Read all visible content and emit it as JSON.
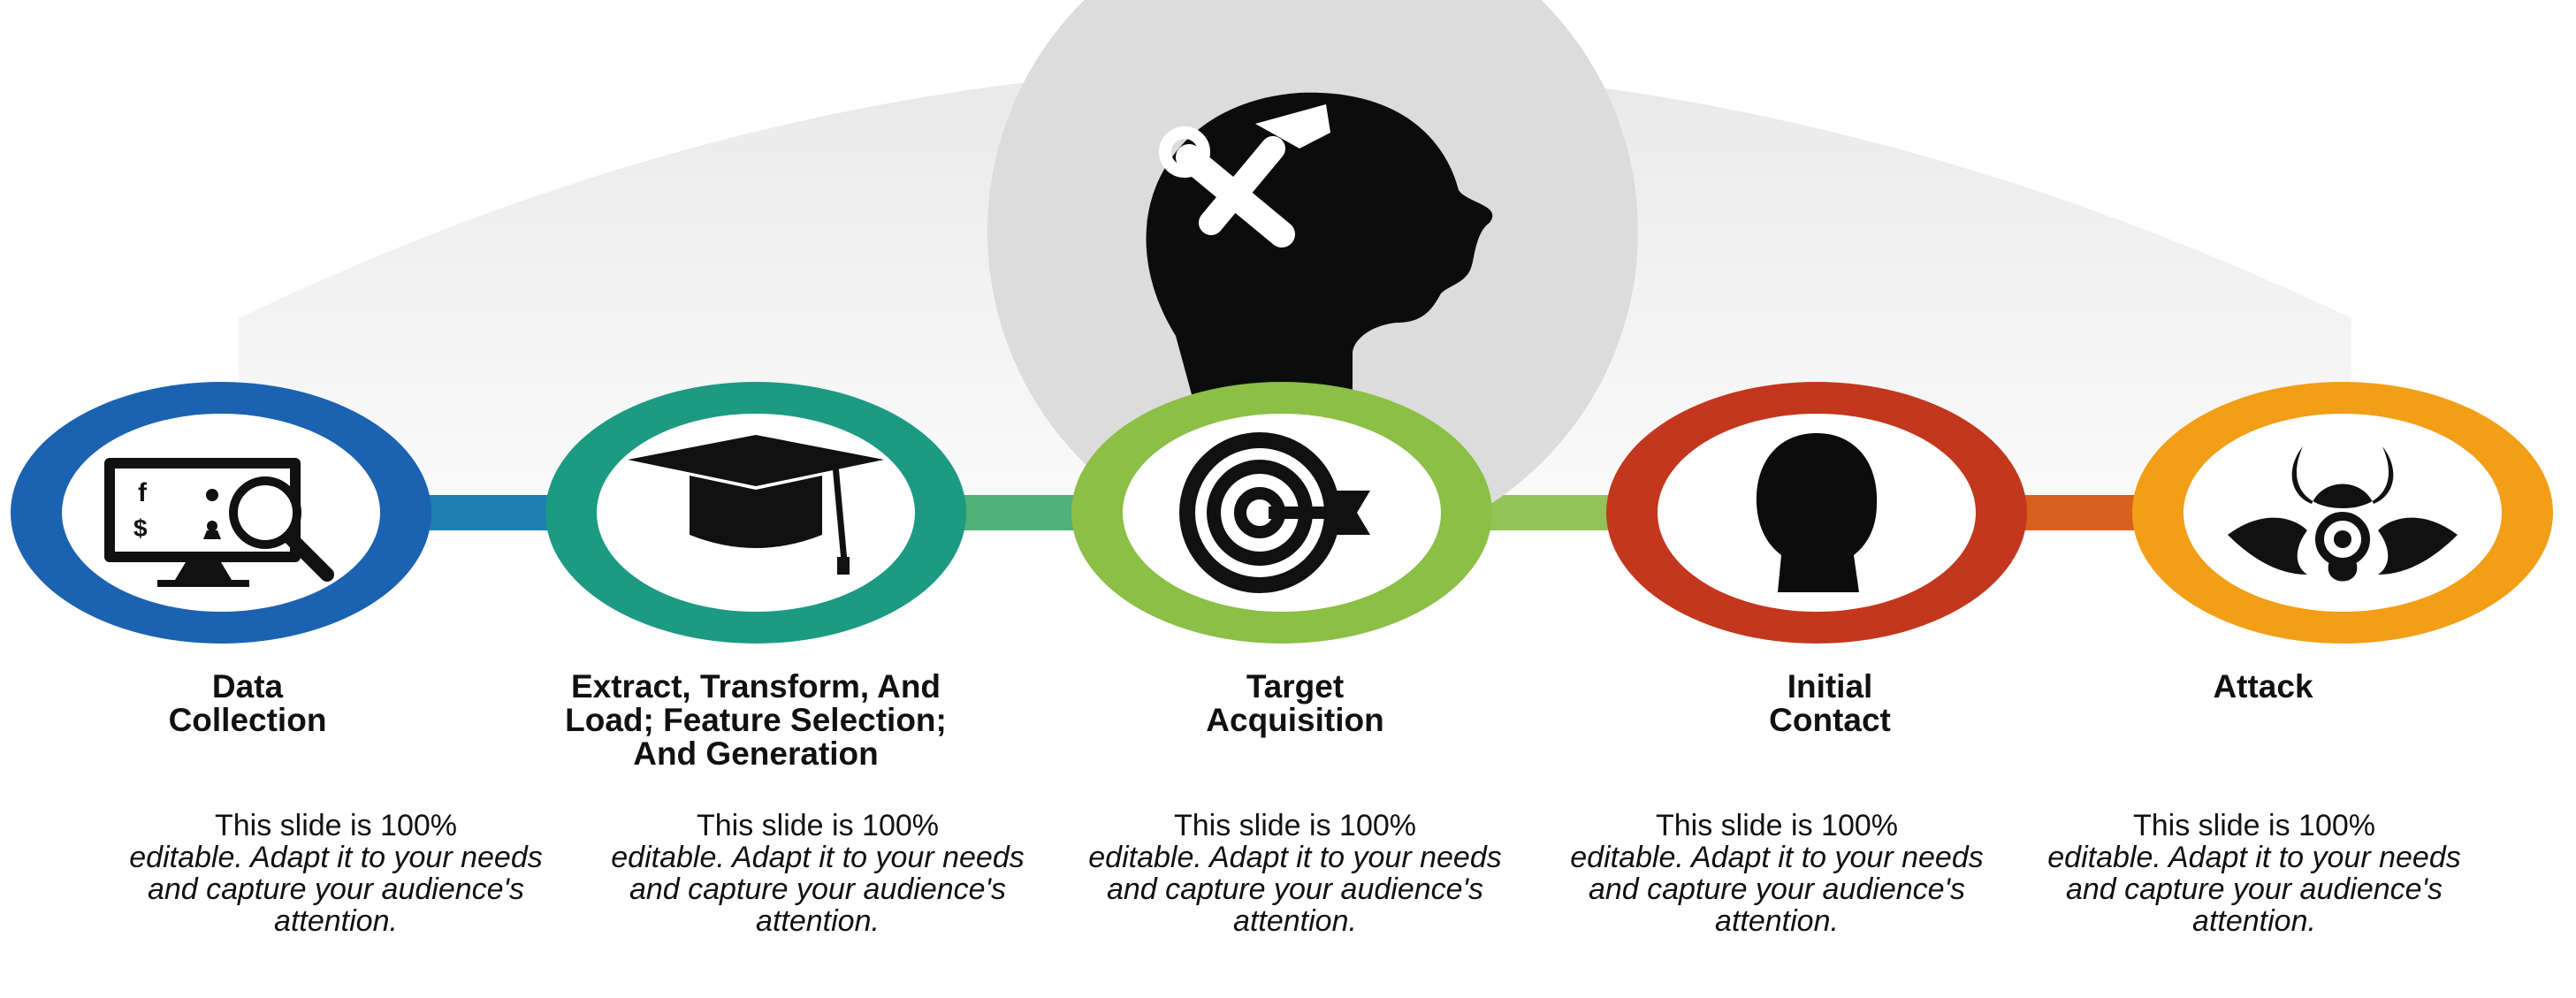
{
  "header": {
    "icon": "head-with-tools-icon"
  },
  "stages": [
    {
      "title_lines": [
        "Data",
        "Collection"
      ],
      "ring_color": "#1b62b1",
      "icon": "monitor-magnifier-icon",
      "desc_plain": "This slide is 100%",
      "desc_emph": "editable. Adapt it to your needs and capture your audience's attention."
    },
    {
      "title_lines": [
        "Extract, Transform, And",
        "Load; Feature Selection;",
        "And Generation"
      ],
      "ring_color": "#1c9a82",
      "icon": "graduation-cap-icon",
      "desc_plain": "This slide is 100%",
      "desc_emph": "editable. Adapt it to your needs and capture your audience's attention."
    },
    {
      "title_lines": [
        "Target",
        "Acquisition"
      ],
      "ring_color": "#8bbf45",
      "icon": "target-arrow-icon",
      "desc_plain": "This slide is 100%",
      "desc_emph": "editable. Adapt it to your needs and capture your audience's attention."
    },
    {
      "title_lines": [
        "Initial",
        "Contact"
      ],
      "ring_color": "#c2371e",
      "icon": "head-silhouette-icon",
      "desc_plain": "This slide is 100%",
      "desc_emph": "editable. Adapt it to your needs and capture your audience's attention."
    },
    {
      "title_lines": [
        "Attack"
      ],
      "ring_color": "#f29e16",
      "icon": "biohazard-icon",
      "desc_plain": "This slide is 100%",
      "desc_emph": "editable. Adapt it to your needs and capture your audience's attention."
    }
  ]
}
